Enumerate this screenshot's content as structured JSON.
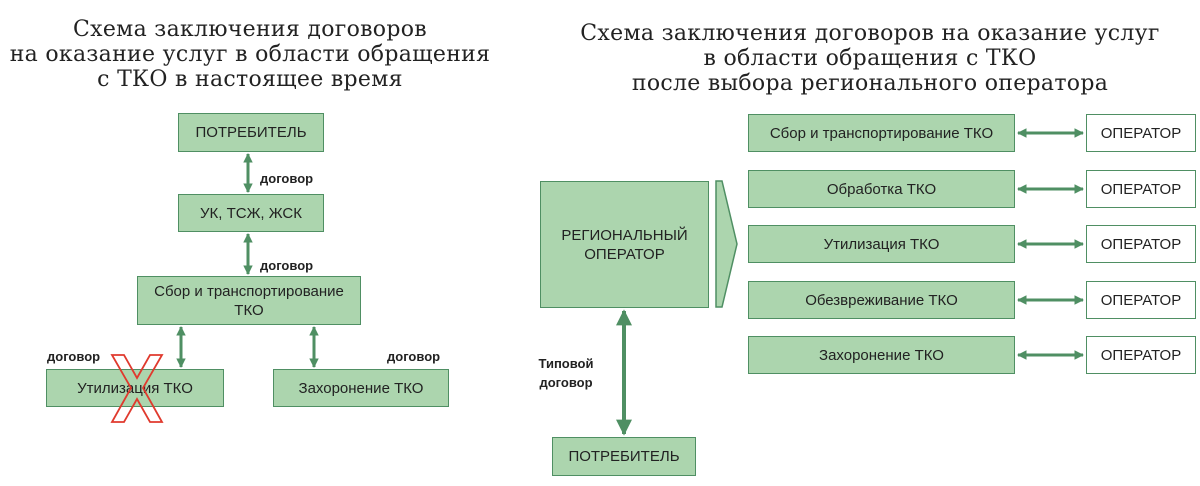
{
  "left": {
    "title_lines": [
      "Схема заключения договоров",
      "на оказание услуг в области обращения",
      "с ТКО в настоящее время"
    ],
    "boxes": {
      "consumer": "ПОТРЕБИТЕЛЬ",
      "uk": "УК, ТСЖ, ЖСК",
      "collection": "Сбор и транспортирование ТКО",
      "utilization": "Утилизация ТКО",
      "burial": "Захоронение ТКО"
    },
    "labels": {
      "contract_1": "договор",
      "contract_2": "договор",
      "contract_3": "договор",
      "contract_4": "договор"
    },
    "crossed_out": "Утилизация ТКО"
  },
  "right": {
    "title_lines": [
      "Схема заключения договоров на оказание услуг",
      "в области обращения с ТКО",
      "после выбора регионального оператора"
    ],
    "regional_operator": "РЕГИОНАЛЬНЫЙ ОПЕРАТОР",
    "consumer": "ПОТРЕБИТЕЛЬ",
    "typical_contract": "Типовой договор",
    "services": [
      "Сбор и транспортирование ТКО",
      "Обработка ТКО",
      "Утилизация ТКО",
      "Обезвреживание ТКО",
      "Захоронение ТКО"
    ],
    "operator_label": "ОПЕРАТОР"
  },
  "colors": {
    "box_fill": "#acd5ae",
    "box_border": "#4f8f63",
    "arrow": "#4f8f63",
    "cross": "#e03a2e"
  }
}
